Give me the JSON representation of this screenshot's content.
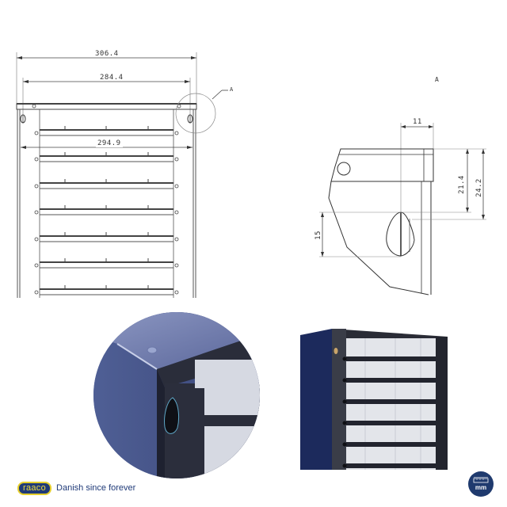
{
  "front_view": {
    "dimensions": {
      "overall_width": "306.4",
      "hole_spacing": "284.4",
      "inner_width": "294.9"
    },
    "detail_callout": "A",
    "shelf_rows": 7
  },
  "detail_view": {
    "title": "A",
    "dimensions": {
      "horizontal_offset": "11",
      "slot_height_1": "21.4",
      "slot_height_2": "24.2",
      "keyhole_height": "15"
    }
  },
  "photos": {
    "closeup": "corner-closeup-photo",
    "product": "cabinet-product-photo"
  },
  "footer": {
    "brand": "raaco",
    "tagline": "Danish since forever",
    "unit_badge": "mm"
  },
  "colors": {
    "brand_blue": "#1f3a78",
    "brand_yellow": "#e6cf2c",
    "cabinet_blue": "#1c2a5c",
    "line": "#555555"
  }
}
